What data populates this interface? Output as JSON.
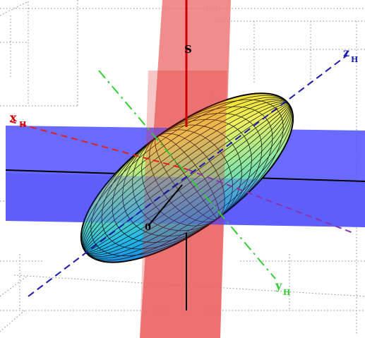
{
  "labels": {
    "s": "S",
    "o": "0",
    "x_axis": "x",
    "x_sub": "H",
    "y_axis": "y",
    "y_sub": "H",
    "z_axis": "z",
    "z_sub": "H"
  },
  "colors": {
    "background": "#ffffff",
    "grid": "#888888",
    "vertical_plane": "#f07878",
    "horizontal_plane": "#5a5aff",
    "s_axis": "#cc0000",
    "x_axis": "#e02020",
    "y_axis": "#33cc33",
    "z_axis": "#1a1aaa",
    "label_x": "#cc0000",
    "label_y": "#33cc33",
    "label_z": "#1a1aaa"
  },
  "icons": {
    "ellipsoid": "ellipsoid-surface-icon"
  }
}
